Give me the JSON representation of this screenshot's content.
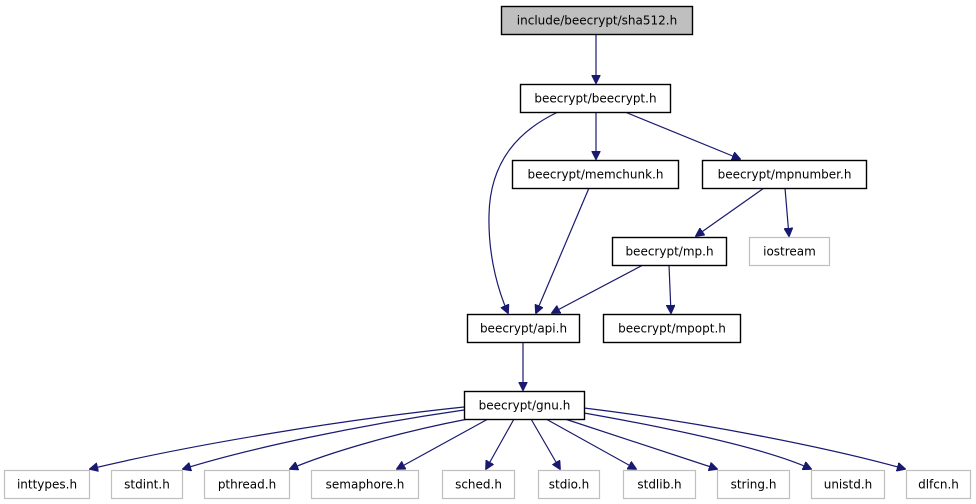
{
  "graph": {
    "title": "include/beecrypt/sha512.h include dependency graph",
    "colors": {
      "edge": "#191970",
      "root_fill": "#bfbfbf",
      "node_stroke": "#000000",
      "external_stroke": "#bfbfbf",
      "node_fill": "#ffffff"
    },
    "nodes": [
      {
        "id": "sha512",
        "label": "include/beecrypt/sha512.h",
        "kind": "root"
      },
      {
        "id": "beecrypt",
        "label": "beecrypt/beecrypt.h",
        "kind": "internal"
      },
      {
        "id": "memchunk",
        "label": "beecrypt/memchunk.h",
        "kind": "internal"
      },
      {
        "id": "mpnumber",
        "label": "beecrypt/mpnumber.h",
        "kind": "internal"
      },
      {
        "id": "mp",
        "label": "beecrypt/mp.h",
        "kind": "internal"
      },
      {
        "id": "iostream",
        "label": "iostream",
        "kind": "external"
      },
      {
        "id": "api",
        "label": "beecrypt/api.h",
        "kind": "internal"
      },
      {
        "id": "mpopt",
        "label": "beecrypt/mpopt.h",
        "kind": "internal"
      },
      {
        "id": "gnu",
        "label": "beecrypt/gnu.h",
        "kind": "internal"
      },
      {
        "id": "inttypes",
        "label": "inttypes.h",
        "kind": "external"
      },
      {
        "id": "stdint",
        "label": "stdint.h",
        "kind": "external"
      },
      {
        "id": "pthread",
        "label": "pthread.h",
        "kind": "external"
      },
      {
        "id": "semaphore",
        "label": "semaphore.h",
        "kind": "external"
      },
      {
        "id": "sched",
        "label": "sched.h",
        "kind": "external"
      },
      {
        "id": "stdio",
        "label": "stdio.h",
        "kind": "external"
      },
      {
        "id": "stdlib",
        "label": "stdlib.h",
        "kind": "external"
      },
      {
        "id": "string",
        "label": "string.h",
        "kind": "external"
      },
      {
        "id": "unistd",
        "label": "unistd.h",
        "kind": "external"
      },
      {
        "id": "dlfcn",
        "label": "dlfcn.h",
        "kind": "external"
      }
    ],
    "edges": [
      {
        "from": "sha512",
        "to": "beecrypt"
      },
      {
        "from": "beecrypt",
        "to": "api"
      },
      {
        "from": "beecrypt",
        "to": "memchunk"
      },
      {
        "from": "beecrypt",
        "to": "mpnumber"
      },
      {
        "from": "memchunk",
        "to": "api"
      },
      {
        "from": "mpnumber",
        "to": "mp"
      },
      {
        "from": "mpnumber",
        "to": "iostream"
      },
      {
        "from": "mp",
        "to": "api"
      },
      {
        "from": "mp",
        "to": "mpopt"
      },
      {
        "from": "api",
        "to": "gnu"
      },
      {
        "from": "gnu",
        "to": "inttypes"
      },
      {
        "from": "gnu",
        "to": "stdint"
      },
      {
        "from": "gnu",
        "to": "pthread"
      },
      {
        "from": "gnu",
        "to": "semaphore"
      },
      {
        "from": "gnu",
        "to": "sched"
      },
      {
        "from": "gnu",
        "to": "stdio"
      },
      {
        "from": "gnu",
        "to": "stdlib"
      },
      {
        "from": "gnu",
        "to": "string"
      },
      {
        "from": "gnu",
        "to": "unistd"
      },
      {
        "from": "gnu",
        "to": "dlfcn"
      }
    ]
  }
}
